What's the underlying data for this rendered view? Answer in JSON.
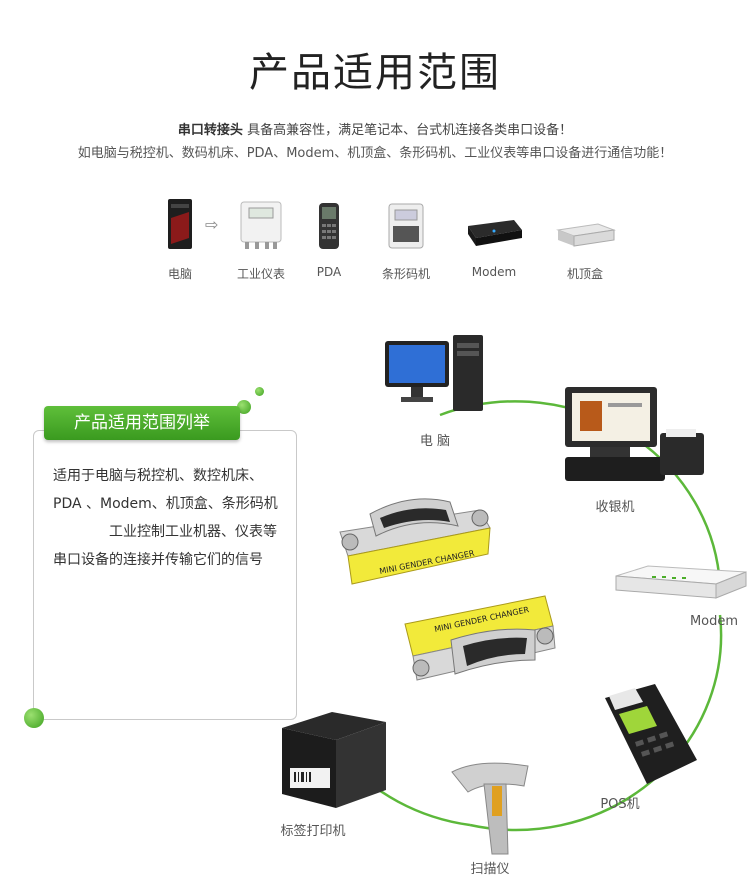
{
  "header": {
    "title": "产品适用范围",
    "intro_bold": "串口转接头",
    "intro_rest": "具备高兼容性，满足笔记本、台式机连接各类串口设备！",
    "intro_line2": "如电脑与税控机、数码机床、PDA、Modem、机顶盒、条形码机、工业仪表等串口设备进行通信功能！"
  },
  "devices": [
    {
      "label": "电脑",
      "icon": "pc-tower-icon"
    },
    {
      "label": "工业仪表",
      "icon": "industrial-meter-icon"
    },
    {
      "label": "PDA",
      "icon": "pda-icon"
    },
    {
      "label": "条形码机",
      "icon": "barcode-printer-icon"
    },
    {
      "label": "Modem",
      "icon": "modem-icon"
    },
    {
      "label": "机顶盒",
      "icon": "set-top-box-icon"
    }
  ],
  "arrow": "⇨",
  "list_panel": {
    "heading": "产品适用范围列举",
    "para1": "适用于电脑与税控机、数控机床、PDA 、Modem、机顶盒、条形码机",
    "para2": "工业控制工业机器、仪表等串口设备的连接并传输它们的信号"
  },
  "diagram": {
    "adapter_text_1": "MINI GENDER CHANGER",
    "adapter_text_2": "MINI GENDER CHANGER",
    "nodes": [
      {
        "label": "电 脑",
        "icon": "desktop-computer-icon"
      },
      {
        "label": "收银机",
        "icon": "cash-register-icon"
      },
      {
        "label": "Modem",
        "icon": "router-modem-icon"
      },
      {
        "label": "POS机",
        "icon": "pos-terminal-icon"
      },
      {
        "label": "扫描仪",
        "icon": "barcode-scanner-icon"
      },
      {
        "label": "标签打印机",
        "icon": "label-printer-icon"
      }
    ]
  },
  "colors": {
    "accent_green": "#4cae2a",
    "ring_green": "#5cb83a"
  }
}
